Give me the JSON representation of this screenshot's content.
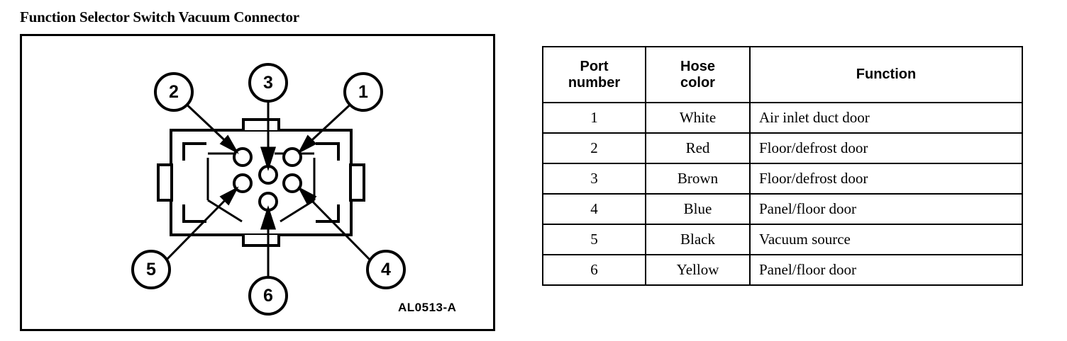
{
  "title": "Function Selector Switch Vacuum Connector",
  "figure": {
    "reference_code": "AL0513-A",
    "callouts": [
      {
        "label": "1",
        "target_port": "top-right"
      },
      {
        "label": "2",
        "target_port": "top-left"
      },
      {
        "label": "3",
        "target_port": "center"
      },
      {
        "label": "4",
        "target_port": "middle-right"
      },
      {
        "label": "5",
        "target_port": "middle-left"
      },
      {
        "label": "6",
        "target_port": "bottom-center"
      }
    ]
  },
  "table": {
    "headers": {
      "port_number_line1": "Port",
      "port_number_line2": "number",
      "hose_color_line1": "Hose",
      "hose_color_line2": "color",
      "function": "Function"
    },
    "rows": [
      {
        "port": "1",
        "color": "White",
        "function": "Air inlet duct door"
      },
      {
        "port": "2",
        "color": "Red",
        "function": "Floor/defrost door"
      },
      {
        "port": "3",
        "color": "Brown",
        "function": "Floor/defrost door"
      },
      {
        "port": "4",
        "color": "Blue",
        "function": "Panel/floor door"
      },
      {
        "port": "5",
        "color": "Black",
        "function": "Vacuum source"
      },
      {
        "port": "6",
        "color": "Yellow",
        "function": "Panel/floor door"
      }
    ]
  },
  "colors": {
    "ink": "#000000",
    "paper": "#ffffff"
  }
}
